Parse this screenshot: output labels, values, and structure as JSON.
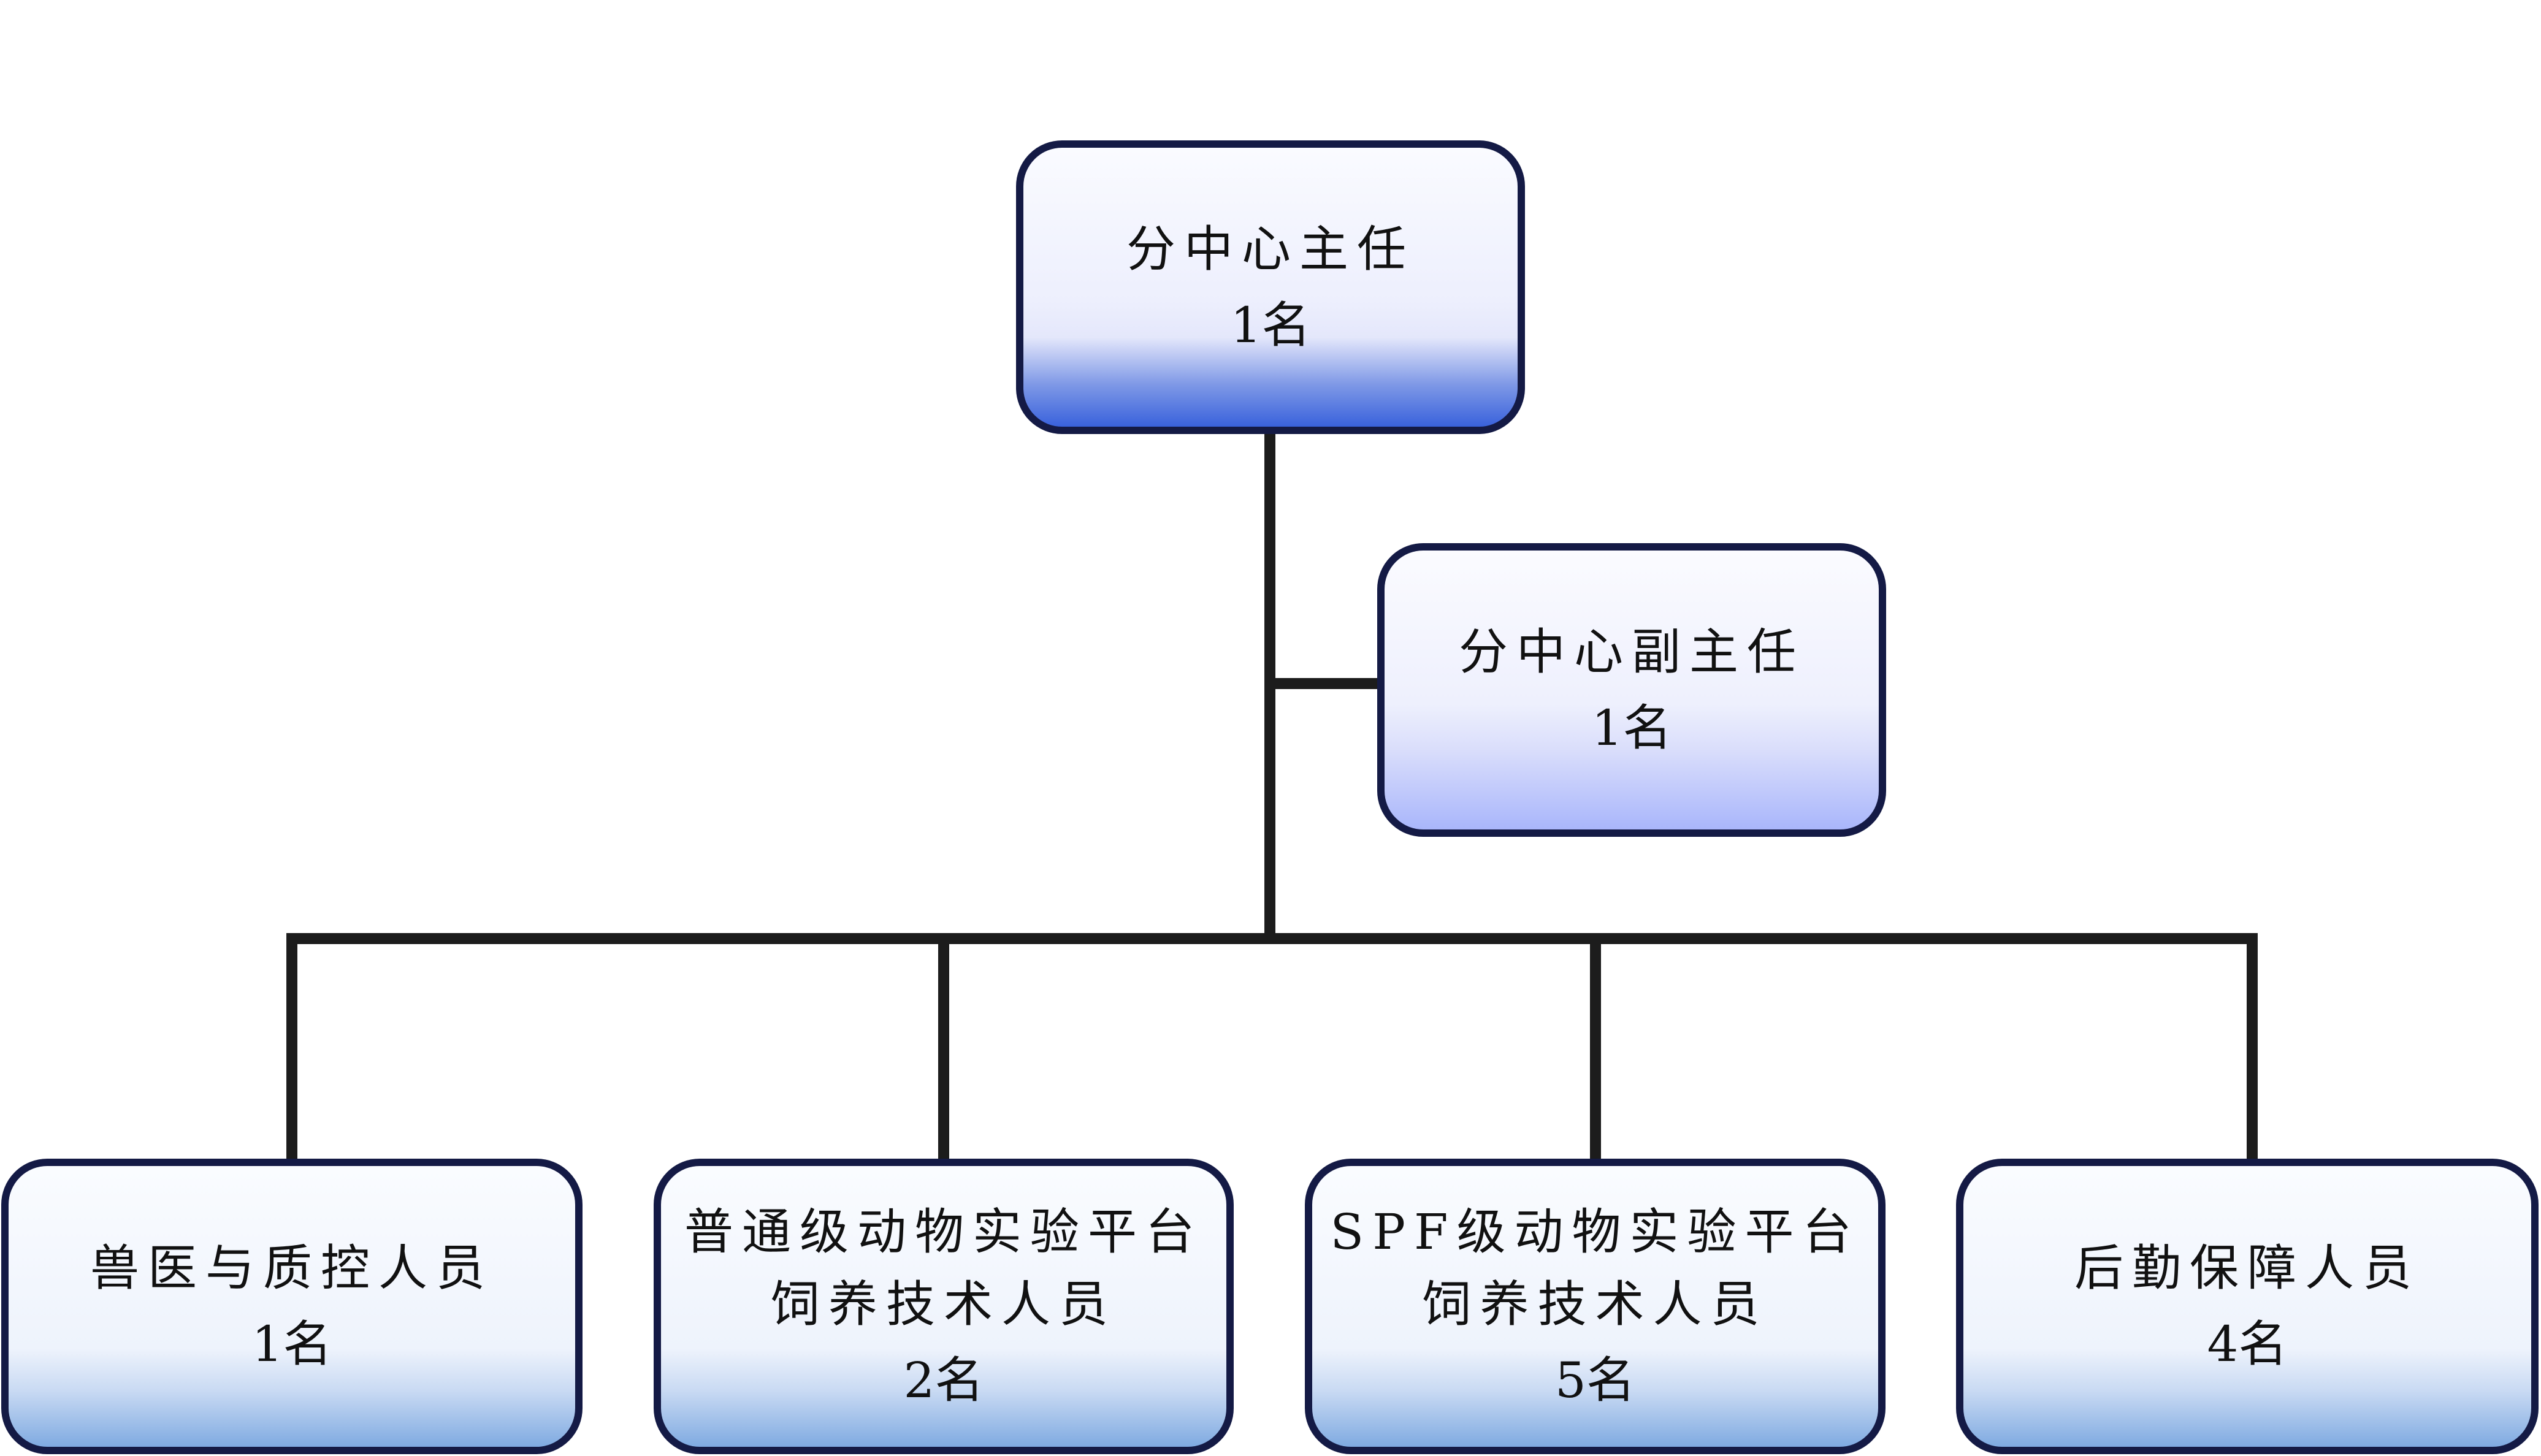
{
  "org_chart": {
    "director": {
      "title": "分中心主任",
      "count": "1名"
    },
    "deputy": {
      "title": "分中心副主任",
      "count": "1名"
    },
    "departments": [
      {
        "title_lines": [
          "兽医与质控人员"
        ],
        "count": "1名"
      },
      {
        "title_lines": [
          "普通级动物实验平台",
          "饲养技术人员"
        ],
        "count": "2名"
      },
      {
        "title_lines": [
          "SPF级动物实验平台",
          "饲养技术人员"
        ],
        "count": "5名"
      },
      {
        "title_lines": [
          "后勤保障人员"
        ],
        "count": "4名"
      }
    ]
  },
  "colors": {
    "border": "#141a45",
    "connector": "#1c1c1c",
    "top_gradient_end": "#3a62dc",
    "deputy_gradient_end": "#a9b6fb",
    "bottom_gradient_end": "#7faae1"
  }
}
